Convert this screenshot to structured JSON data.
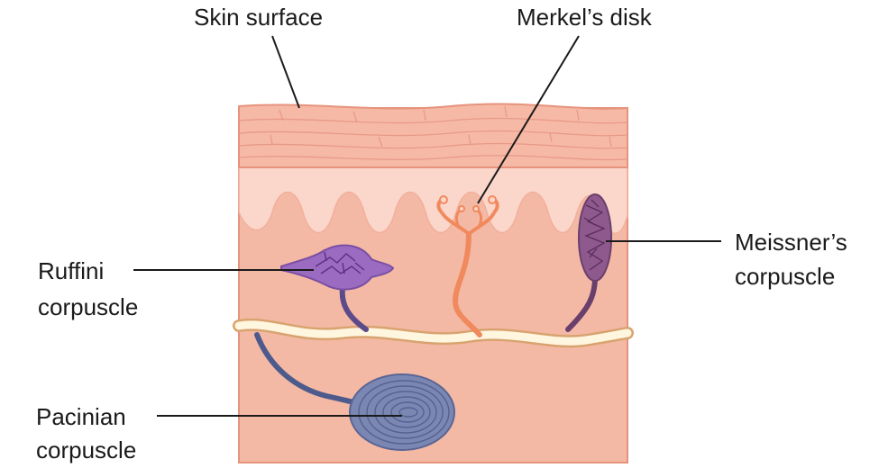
{
  "labels": {
    "skin_surface": "Skin surface",
    "merkels_disk": "Merkel’s disk",
    "meissner_line1": "Meissner’s",
    "meissner_line2": "corpuscle",
    "ruffini_line1": "Ruffini",
    "ruffini_line2": "corpuscle",
    "pacinian_line1": "Pacinian",
    "pacinian_line2": "corpuscle"
  },
  "colors": {
    "epidermis": "#f6b9a6",
    "epidermis_lines": "#e79a86",
    "papillary": "#fbd6ca",
    "dermis": "#f4b9a5",
    "outline": "#e6937d",
    "nerve_fill": "#fff6e0",
    "nerve_edge": "#d8a36f",
    "ruffini": "#9b6bc1",
    "merkel": "#f08a5e",
    "meissner": "#8e5a8e",
    "pacinian": "#7b87b3",
    "leader": "#1a1a1a"
  }
}
